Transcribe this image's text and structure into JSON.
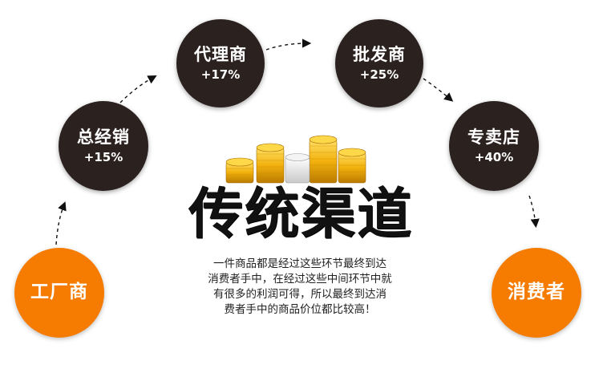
{
  "headline": "传统渠道",
  "description_lines": [
    "一件商品都是经过这些环节最终到达",
    "消费者手中，在经过这些中间环节中就",
    "有很多的利润可得，所以最终到达消",
    "费者手中的商品价位都比较高！"
  ],
  "nodes": {
    "factory": {
      "name": "工厂商",
      "color": "#f57c00"
    },
    "distributor": {
      "name": "总经销",
      "markup": "+15%",
      "color": "#2b2220"
    },
    "agent": {
      "name": "代理商",
      "markup": "+17%",
      "color": "#2b2220"
    },
    "wholesale": {
      "name": "批发商",
      "markup": "+25%",
      "color": "#2b2220"
    },
    "store": {
      "name": "专卖店",
      "markup": "+40%",
      "color": "#2b2220"
    },
    "consumer": {
      "name": "消费者",
      "color": "#f57c00"
    }
  },
  "icons": {
    "flow_arrows": "dashed-arrow-icon",
    "coins": "coin-stack-icon"
  }
}
